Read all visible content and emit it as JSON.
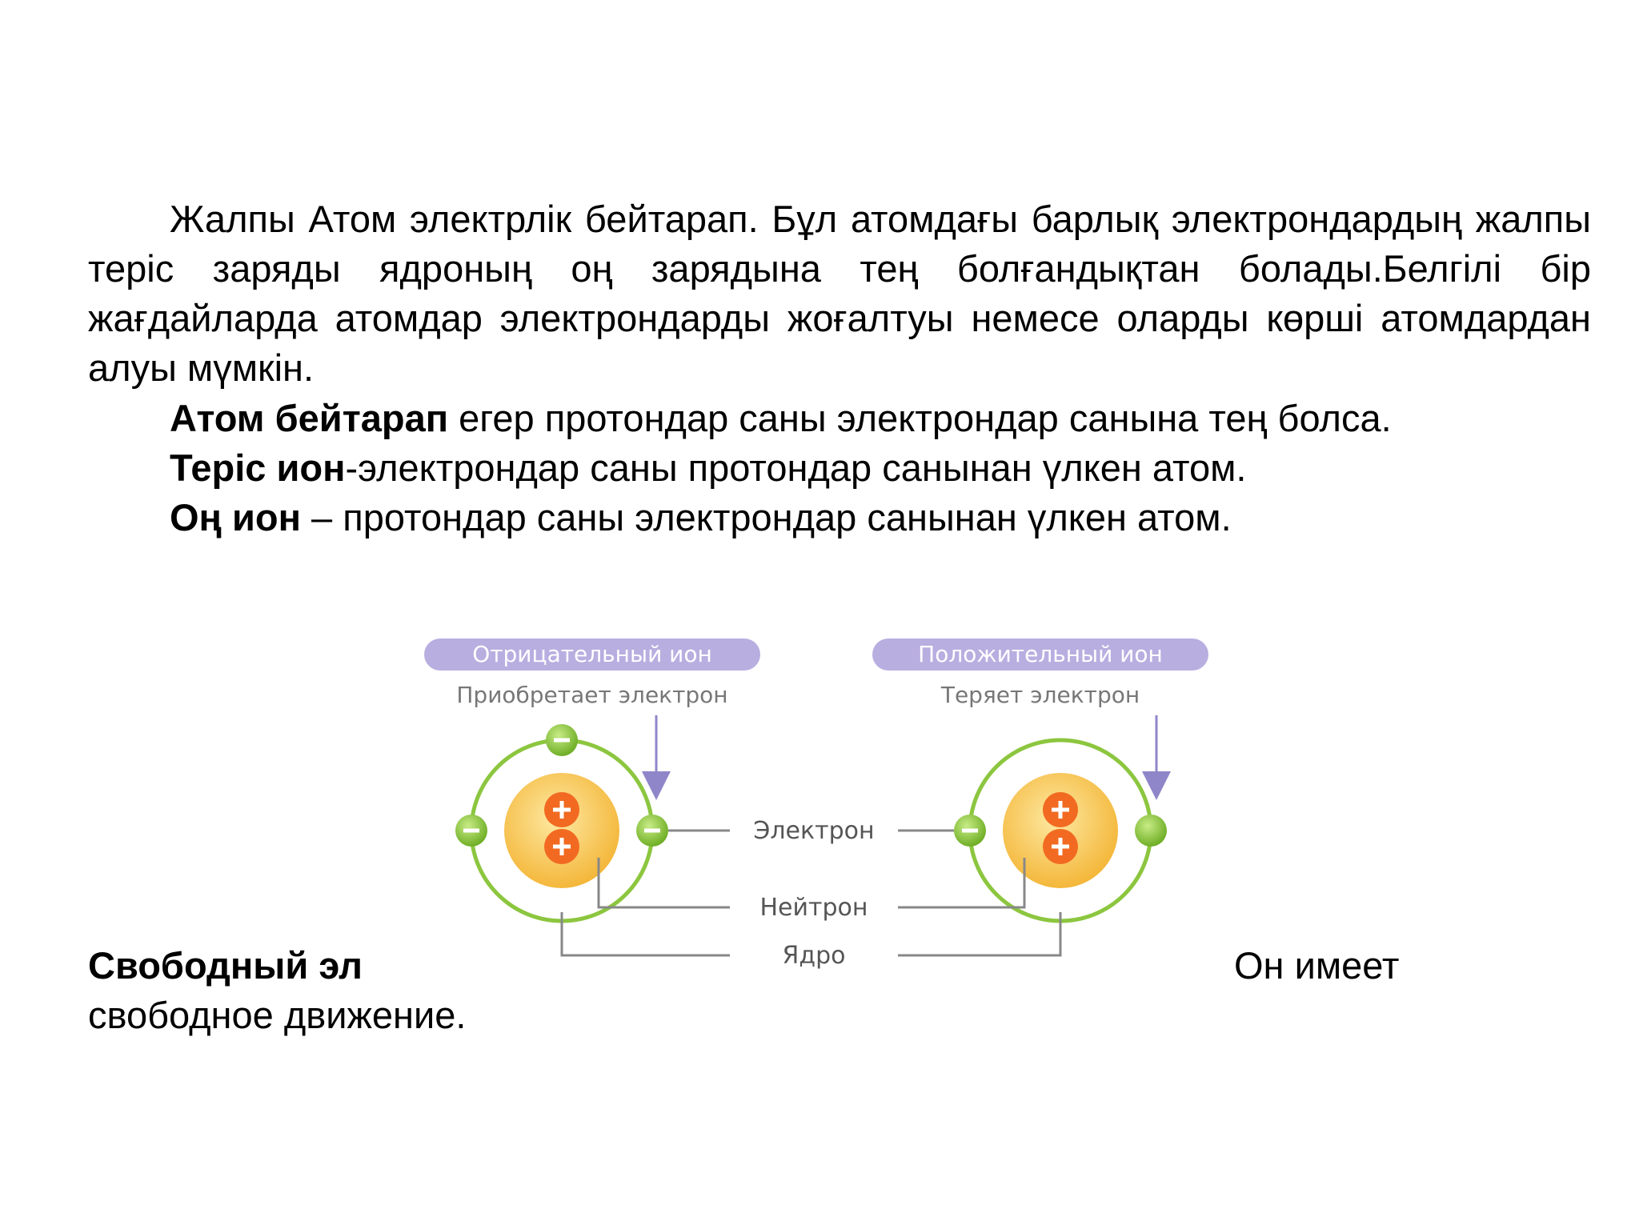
{
  "intro": {
    "text": "Жалпы Атом электрлік бейтарап. Бұл атомдағы барлық электрондардың жалпы теріс заряды ядроның оң зарядына тең болғандықтан болады.Белгілі бір жағдайларда атомдар электрондарды жоғалтуы немесе оларды көрші атомдардан алуы мүмкін."
  },
  "definitions": [
    {
      "term": "Атом бейтарап",
      "text": " егер протондар саны электрондар санына тең болса."
    },
    {
      "term": "Теріс ион",
      "text": "-электрондар саны протондар санынан үлкен атом."
    },
    {
      "term": "Оң ион",
      "text": " – протондар саны электрондар санынан үлкен атом."
    }
  ],
  "free_electron": {
    "term": "Свободный эл",
    "tail": "Он имеет",
    "line2": "свободное движение."
  },
  "diagram": {
    "negative_ion_badge": "Отрицательный ион",
    "negative_ion_caption": "Приобретает электрон",
    "positive_ion_badge": "Положительный ион",
    "positive_ion_caption": "Теряет электрон",
    "label_electron": "Электрон",
    "label_neutron": "Нейтрон",
    "label_nucleus": "Ядро",
    "badge_color": "#b9aee0",
    "orbit_color": "#8cc63f",
    "nucleus_color": "#f7c948",
    "proton_color": "#f26a21",
    "arrow_color": "#8f86c9"
  }
}
